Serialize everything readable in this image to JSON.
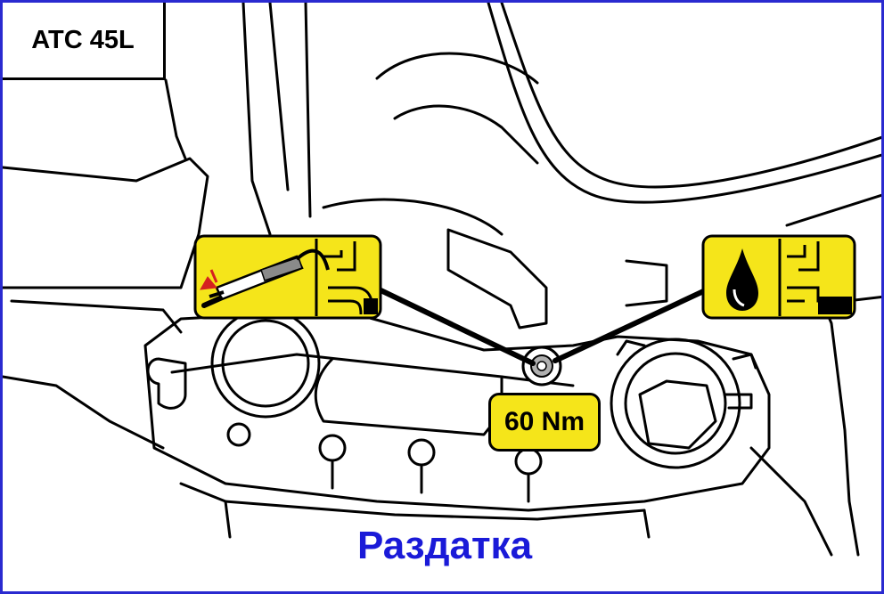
{
  "model_label": "ATC 45L",
  "torque_label": "60 Nm",
  "caption": "Раздатка",
  "colors": {
    "frame_border": "#2a2ad0",
    "caption_text": "#1a1ad8",
    "label_fill": "#f5e51a",
    "drawing_line": "#000000"
  },
  "icons": {
    "left_panel": [
      "oil-syringe-icon",
      "drain-plug-outflow-icon"
    ],
    "right_panel": [
      "oil-drop-icon",
      "fill-level-icon"
    ]
  }
}
